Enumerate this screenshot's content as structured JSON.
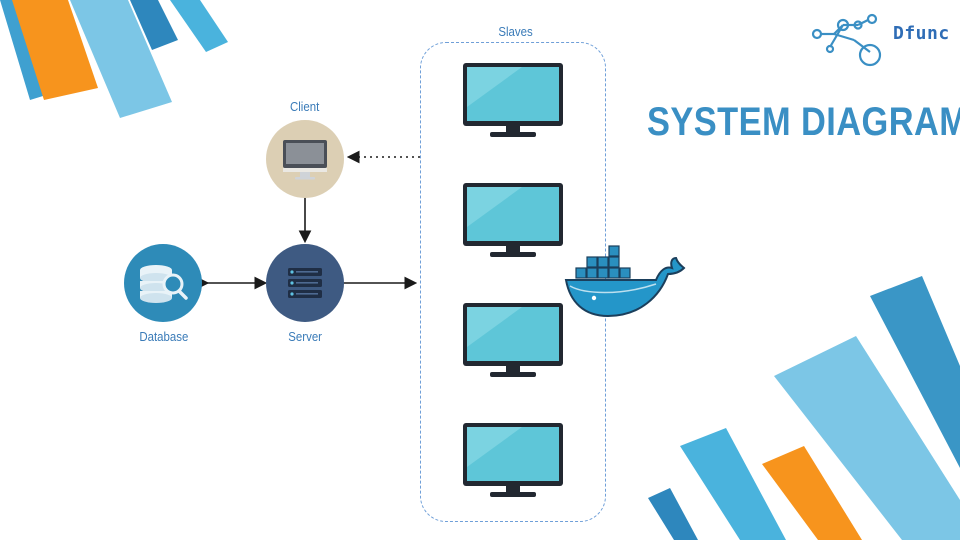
{
  "brand": {
    "name": "Dfunc",
    "logo_icon": "molecule-network-icon"
  },
  "title": "SYSTEM DIAGRAM",
  "nodes": {
    "client": {
      "label": "Client",
      "icon": "desktop-monitor-icon"
    },
    "server": {
      "label": "Server",
      "icon": "server-rack-icon"
    },
    "database": {
      "label": "Database",
      "icon": "database-search-icon"
    },
    "slaves": {
      "label": "Slaves",
      "count": 4,
      "icon": "monitor-icon"
    },
    "docker": {
      "icon": "docker-whale-icon"
    }
  },
  "colors": {
    "accent_blue": "#3a8fc4",
    "light_blue": "#7cc6e6",
    "mid_blue": "#3fa0d0",
    "orange": "#f7941d",
    "navy": "#3e5a82",
    "client_bg": "#dccfb4",
    "database_bg": "#2e8bb8",
    "monitor_screen": "#5ec6d8",
    "docker_blue": "#2496c9"
  }
}
